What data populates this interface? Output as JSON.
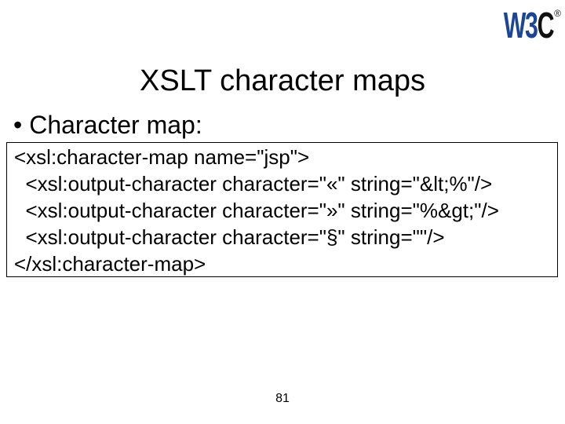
{
  "logo": {
    "letters_blue": "W3",
    "letter_black": "C",
    "registered_mark": "®",
    "blue_color": "#1B4596",
    "black_color": "#111111"
  },
  "title": "XSLT character maps",
  "bullet": {
    "marker": "•",
    "label": "Character map:"
  },
  "code": {
    "lines": [
      "<xsl:character-map name=\"jsp\">",
      "  <xsl:output-character character=\"«\" string=\"&lt;%\"/>",
      "  <xsl:output-character character=\"»\" string=\"%&gt;\"/>",
      "  <xsl:output-character character=\"§\" string=\"\"/>",
      "</xsl:character-map>"
    ]
  },
  "footer": {
    "page_number": "81"
  }
}
